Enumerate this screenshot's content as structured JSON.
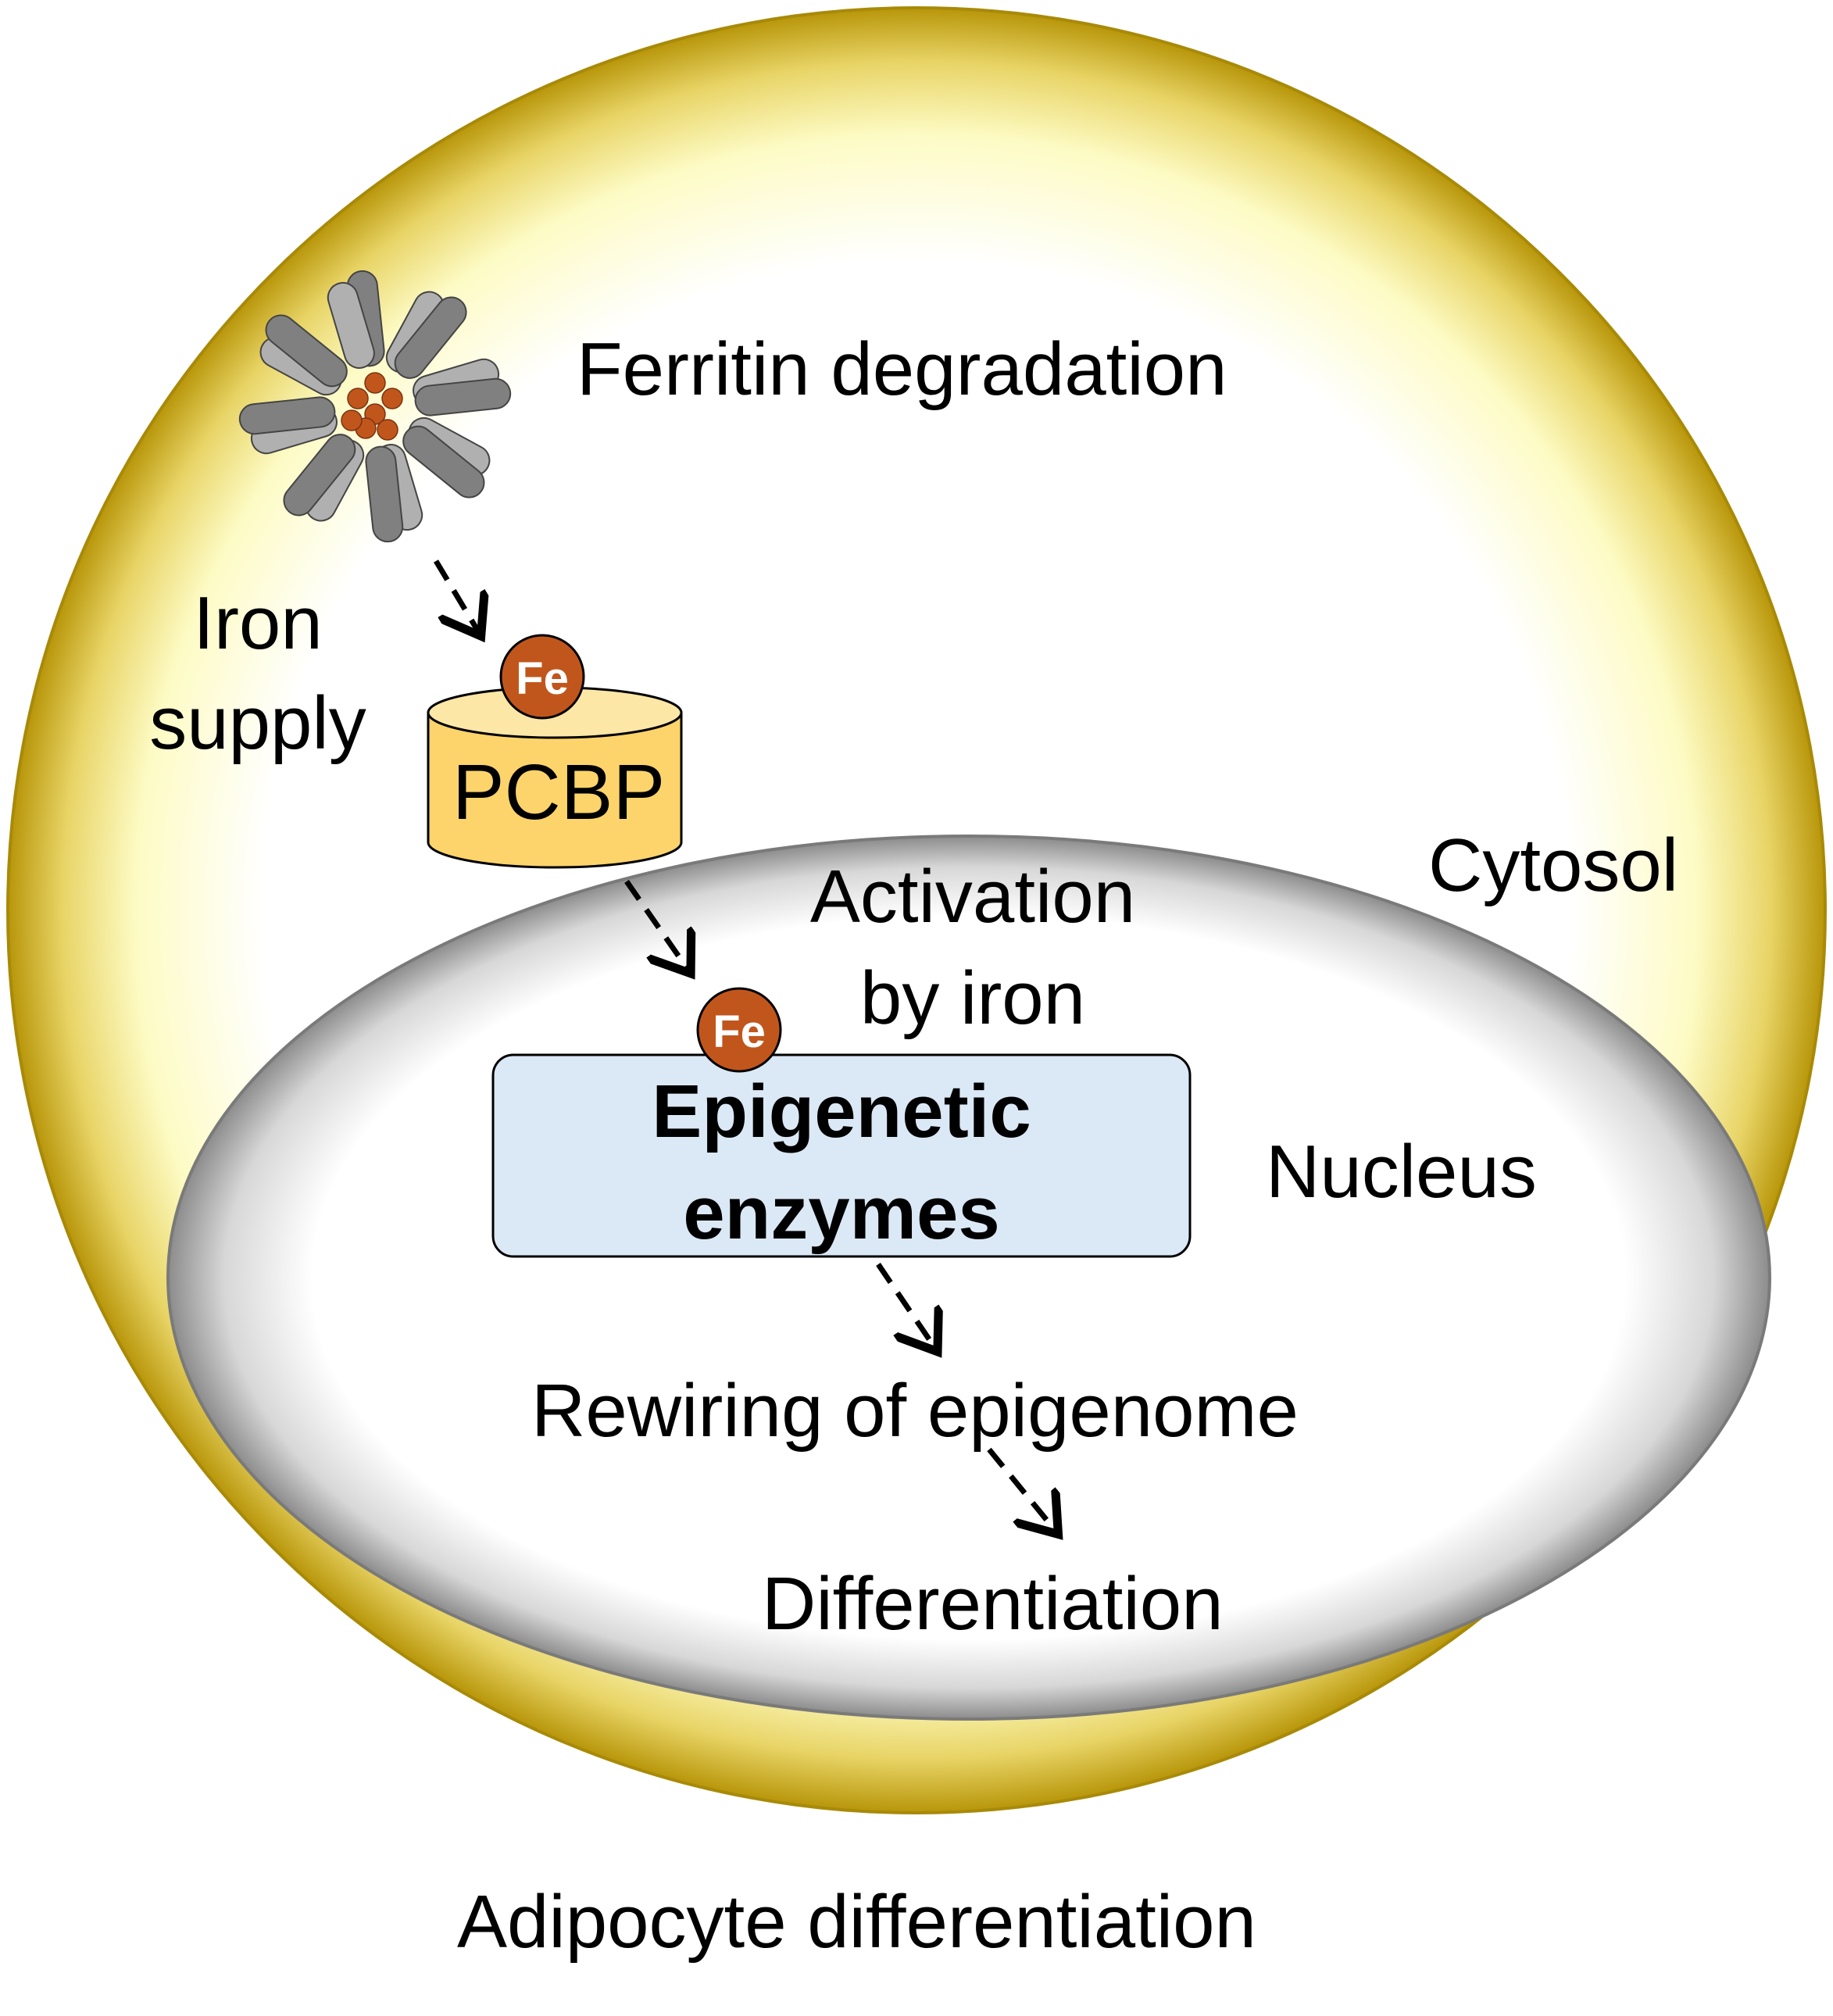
{
  "labels": {
    "ferritin": "Ferritin degradation",
    "iron_supply_line1": "Iron",
    "iron_supply_line2": "supply",
    "pcbp": "PCBP",
    "fe_top": "Fe",
    "fe_bottom": "Fe",
    "activation_line1": "Activation",
    "activation_line2": "by iron",
    "cytosol": "Cytosol",
    "enzymes_line1": "Epigenetic",
    "enzymes_line2": "enzymes",
    "nucleus": "Nucleus",
    "rewiring": "Rewiring of epigenome",
    "differentiation": "Differentiation",
    "caption": "Adipocyte differentiation"
  },
  "colors": {
    "cell_rim": "#b8960a",
    "cell_center": "#ffffff",
    "nucleus_rim": "#8c8c8c",
    "pcbp_fill": "#fdd46b",
    "pcbp_top": "#fde7a6",
    "enzyme_box": "#dbe8f6",
    "fe_ball": "#c1561c",
    "rod_dark": "#808080",
    "rod_light": "#b0b0b0",
    "arrow": "#000000"
  }
}
